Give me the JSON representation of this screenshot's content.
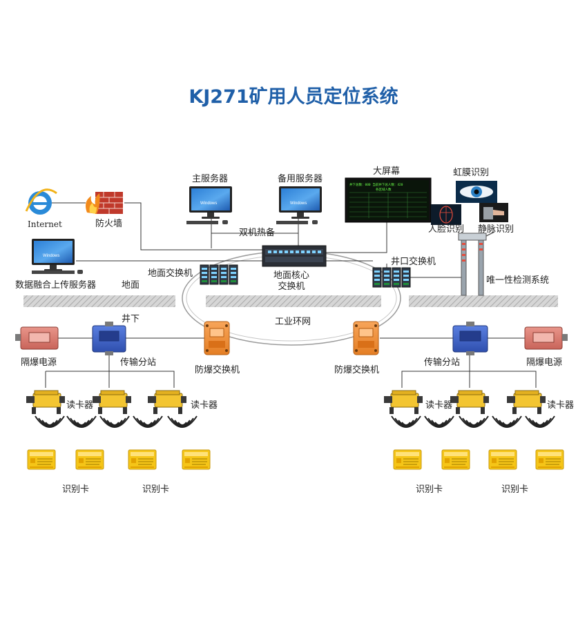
{
  "title": "KJ271矿用人员定位系统",
  "labels": {
    "internet": "Internet",
    "firewall": "防火墙",
    "main_server": "主服务器",
    "backup_server": "备用服务器",
    "hot_standby": "双机热备",
    "big_screen": "大屏幕",
    "iris": "虹膜识别",
    "face": "人脸识别",
    "vein": "静脉识别",
    "data_server": "数据融合上传服务器",
    "surface": "地面",
    "surface_switch": "地面交换机",
    "core_switch": "地面核心\n交换机",
    "shaft_switch": "井口交换机",
    "uniqueness": "唯一性检测系统",
    "underground": "井下",
    "ring": "工业环网",
    "left_power": "隔爆电源",
    "right_power": "隔爆电源",
    "left_substation": "传输分站",
    "right_substation": "传输分站",
    "left_ex_switch": "防爆交换机",
    "right_ex_switch": "防爆交换机",
    "reader_l1": "读卡器",
    "reader_l2": "读卡器",
    "reader_r1": "读卡器",
    "reader_r2": "读卡器",
    "card_l1": "识别卡",
    "card_l2": "识别卡",
    "card_r1": "识别卡",
    "card_r2": "识别卡"
  },
  "screen": {
    "header": "井下总数：000  当前井下总人数：420",
    "subheader": "各区域人数"
  },
  "monitor_logo": "Windows",
  "colors": {
    "title": "#1f5fa8",
    "ground": "#c9c9c9",
    "ex_orange": "#f2913a",
    "station_blue": "#3f63c8",
    "power_red": "#d9776a",
    "reader_yellow": "#f3c531",
    "card_yellow": "#f5c518"
  }
}
